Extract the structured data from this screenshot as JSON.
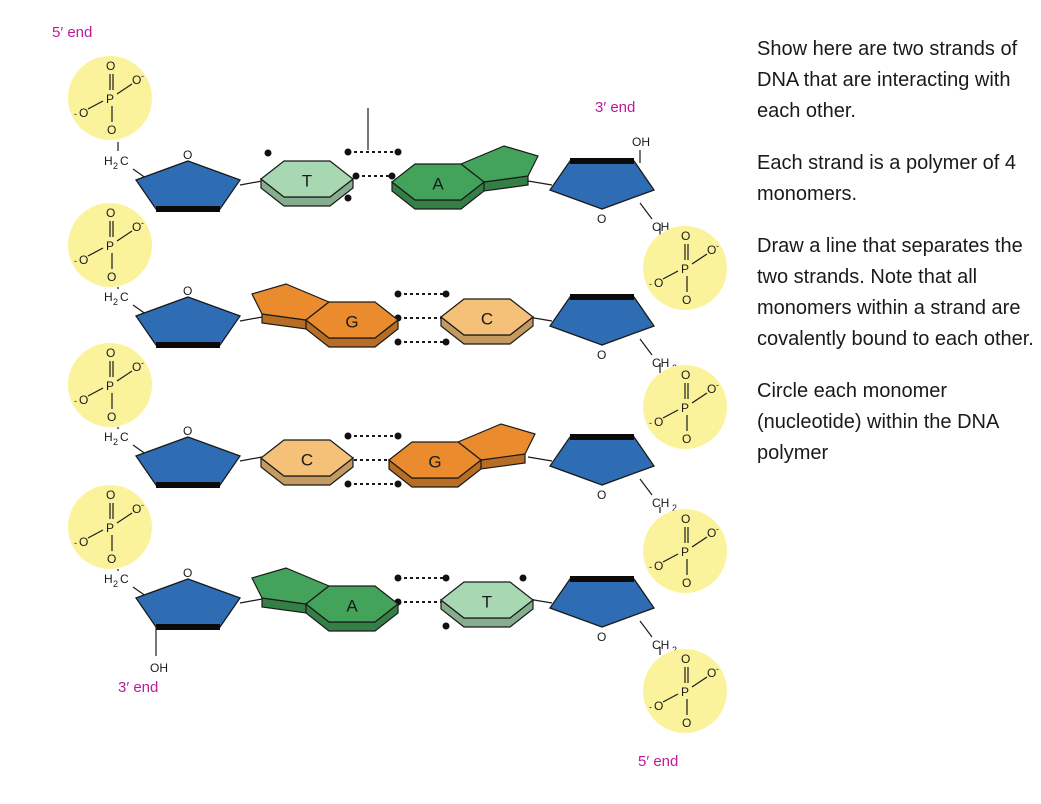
{
  "labels": {
    "five_prime_left": "5′ end",
    "three_prime_left": "3′ end",
    "three_prime_right": "3′ end",
    "five_prime_right": "5′ end",
    "oh": "OH"
  },
  "colors": {
    "sugar": "#2e6db4",
    "phosphate_fill": "#fbf39c",
    "purine_A": "#43a35a",
    "pyrimidine_T": "#a8d8b2",
    "purine_G": "#ea8c2e",
    "pyrimidine_C": "#f5c078",
    "end_label": "#c0189a"
  },
  "base_pairs": [
    {
      "left": "T",
      "right": "A"
    },
    {
      "left": "G",
      "right": "C"
    },
    {
      "left": "C",
      "right": "G"
    },
    {
      "left": "A",
      "right": "T"
    }
  ],
  "instructions": [
    "Show here are two strands of DNA that are interacting with each other.",
    "Each strand is a polymer of 4 monomers.",
    "Draw a line that separates the two strands.  Note that all monomers within a strand are covalently bound to each other.",
    "Circle each monomer (nucleotide) within the DNA polymer"
  ]
}
